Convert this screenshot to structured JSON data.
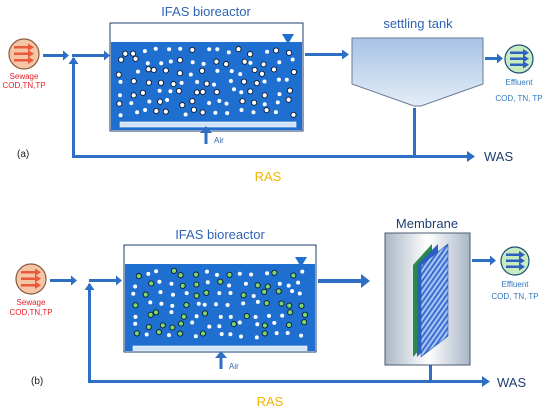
{
  "panel_a": {
    "label": "(a)",
    "bioreactor_title": "IFAS bioreactor",
    "settling_title": "settling tank",
    "sewage_label": "Sewage",
    "sewage_params": "COD,TN,TP",
    "effluent_label": "Effluent",
    "effluent_params": "COD, TN, TP",
    "air_label": "Air",
    "was_label": "WAS",
    "ras_label": "RAS"
  },
  "panel_b": {
    "label": "(b)",
    "bioreactor_title": "IFAS bioreactor",
    "membrane_title": "Membrane",
    "sewage_label": "Sewage",
    "sewage_params": "COD,TN,TP",
    "effluent_label": "Effluent",
    "effluent_params": "COD, TN, TP",
    "air_label": "Air",
    "was_label": "WAS",
    "ras_label": "RAS"
  },
  "colors": {
    "flow_blue": "#2e6fc4",
    "water_blue": "#1f6fd0",
    "sewage_red": "#e8202a",
    "effluent_blue": "#2f78c0",
    "ras_yellow": "#f0b400",
    "sewage_fill": "#f4c6a6",
    "effluent_fill": "#c8ebc0",
    "bubble_white": "#ffffff",
    "carrier_green": "#7ed66e"
  }
}
